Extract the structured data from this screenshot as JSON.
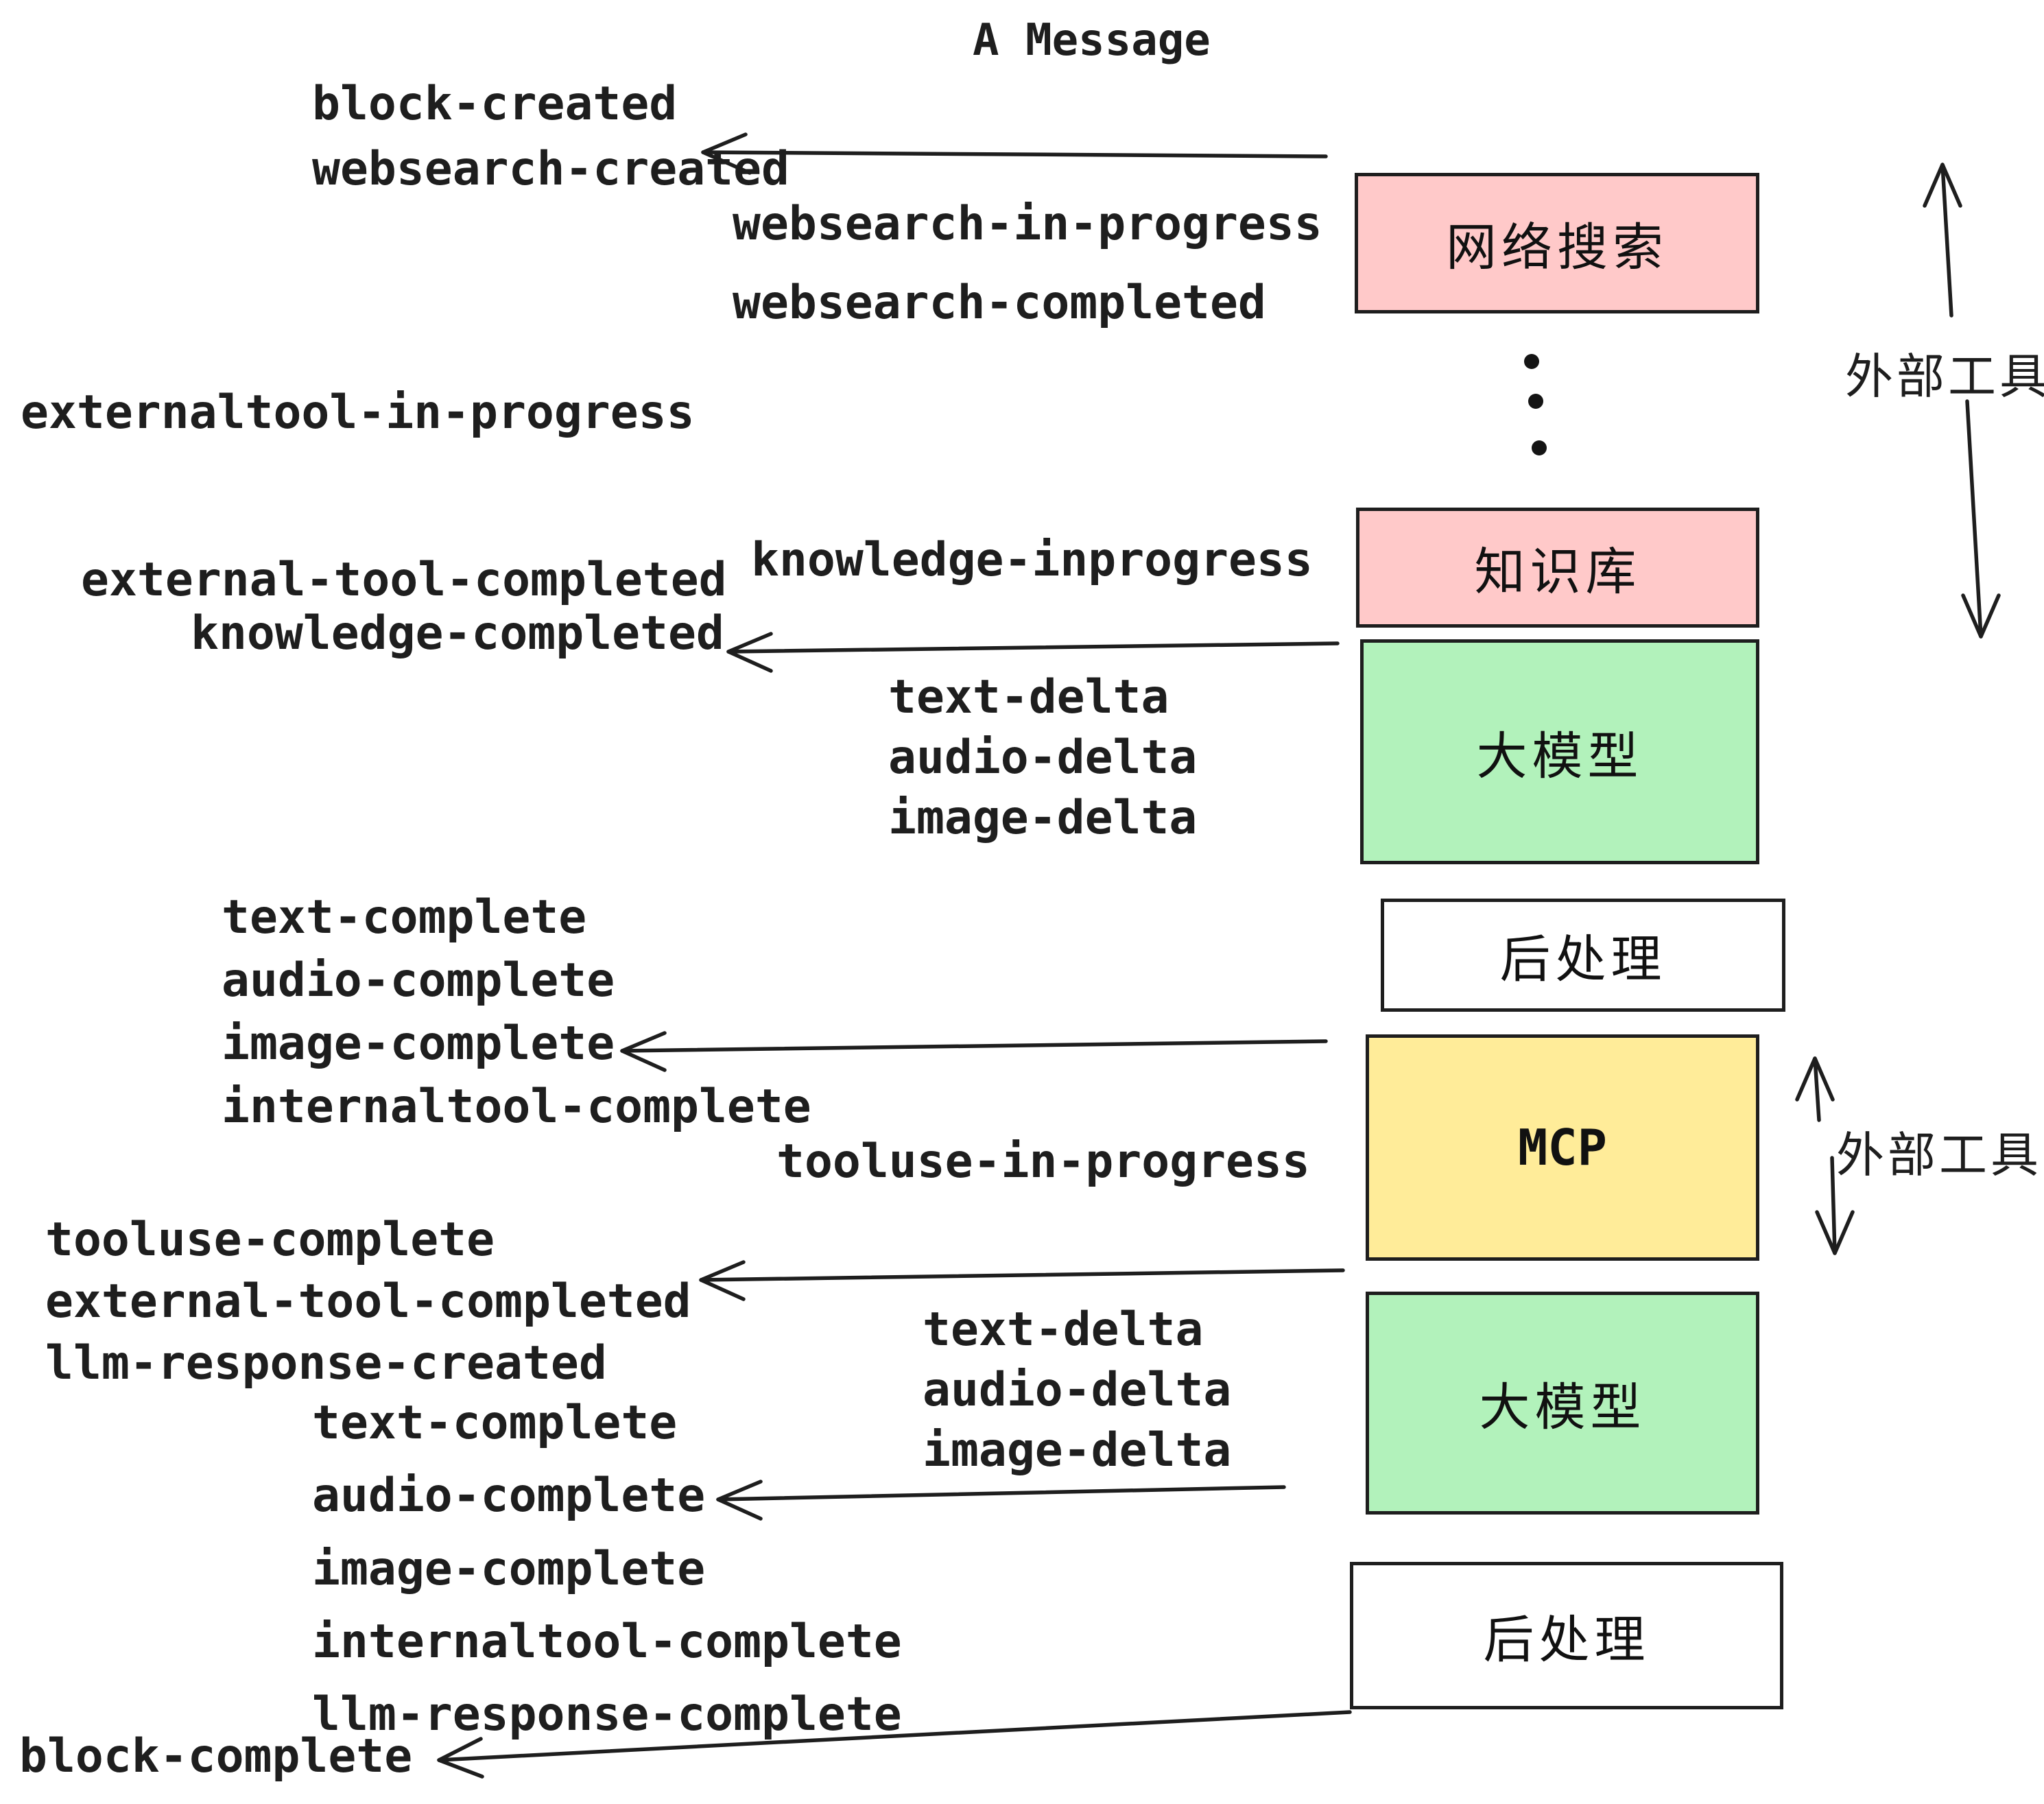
{
  "title": "A Message",
  "colors": {
    "ink": "#1e1e1e",
    "pink": "#ffc9c9",
    "green": "#b2f2bb",
    "yellow": "#ffec99",
    "white": "#ffffff"
  },
  "boxes": {
    "websearch": "网络搜索",
    "knowledge": "知识库",
    "llm1": "大模型",
    "post1": "后处理",
    "mcp": "MCP",
    "llm2": "大模型",
    "post2": "后处理"
  },
  "side_labels": {
    "external_tools_top": "外部工具",
    "external_tools_mid": "外部工具"
  },
  "events": {
    "block_created": "block-created",
    "websearch_created": "websearch-created",
    "websearch_in_progress": "websearch-in-progress",
    "websearch_completed": "websearch-completed",
    "externaltool_in_progress": "externaltool-in-progress",
    "knowledge_inprogress": "knowledge-inprogress",
    "external_tool_completed_1": "external-tool-completed",
    "knowledge_completed": "knowledge-completed",
    "text_delta_1": "text-delta",
    "audio_delta_1": "audio-delta",
    "image_delta_1": "image-delta",
    "text_complete_1": "text-complete",
    "audio_complete_1": "audio-complete",
    "image_complete_1": "image-complete",
    "internaltool_complete_1": "internaltool-complete",
    "tooluse_in_progress": "tooluse-in-progress",
    "tooluse_complete": "tooluse-complete",
    "external_tool_completed_2": "external-tool-completed",
    "llm_response_created": "llm-response-created",
    "text_complete_2": "text-complete",
    "audio_complete_2": "audio-complete",
    "image_complete_2": "image-complete",
    "internaltool_complete_2": "internaltool-complete",
    "llm_response_complete": "llm-response-complete",
    "block_complete": "block-complete"
  }
}
